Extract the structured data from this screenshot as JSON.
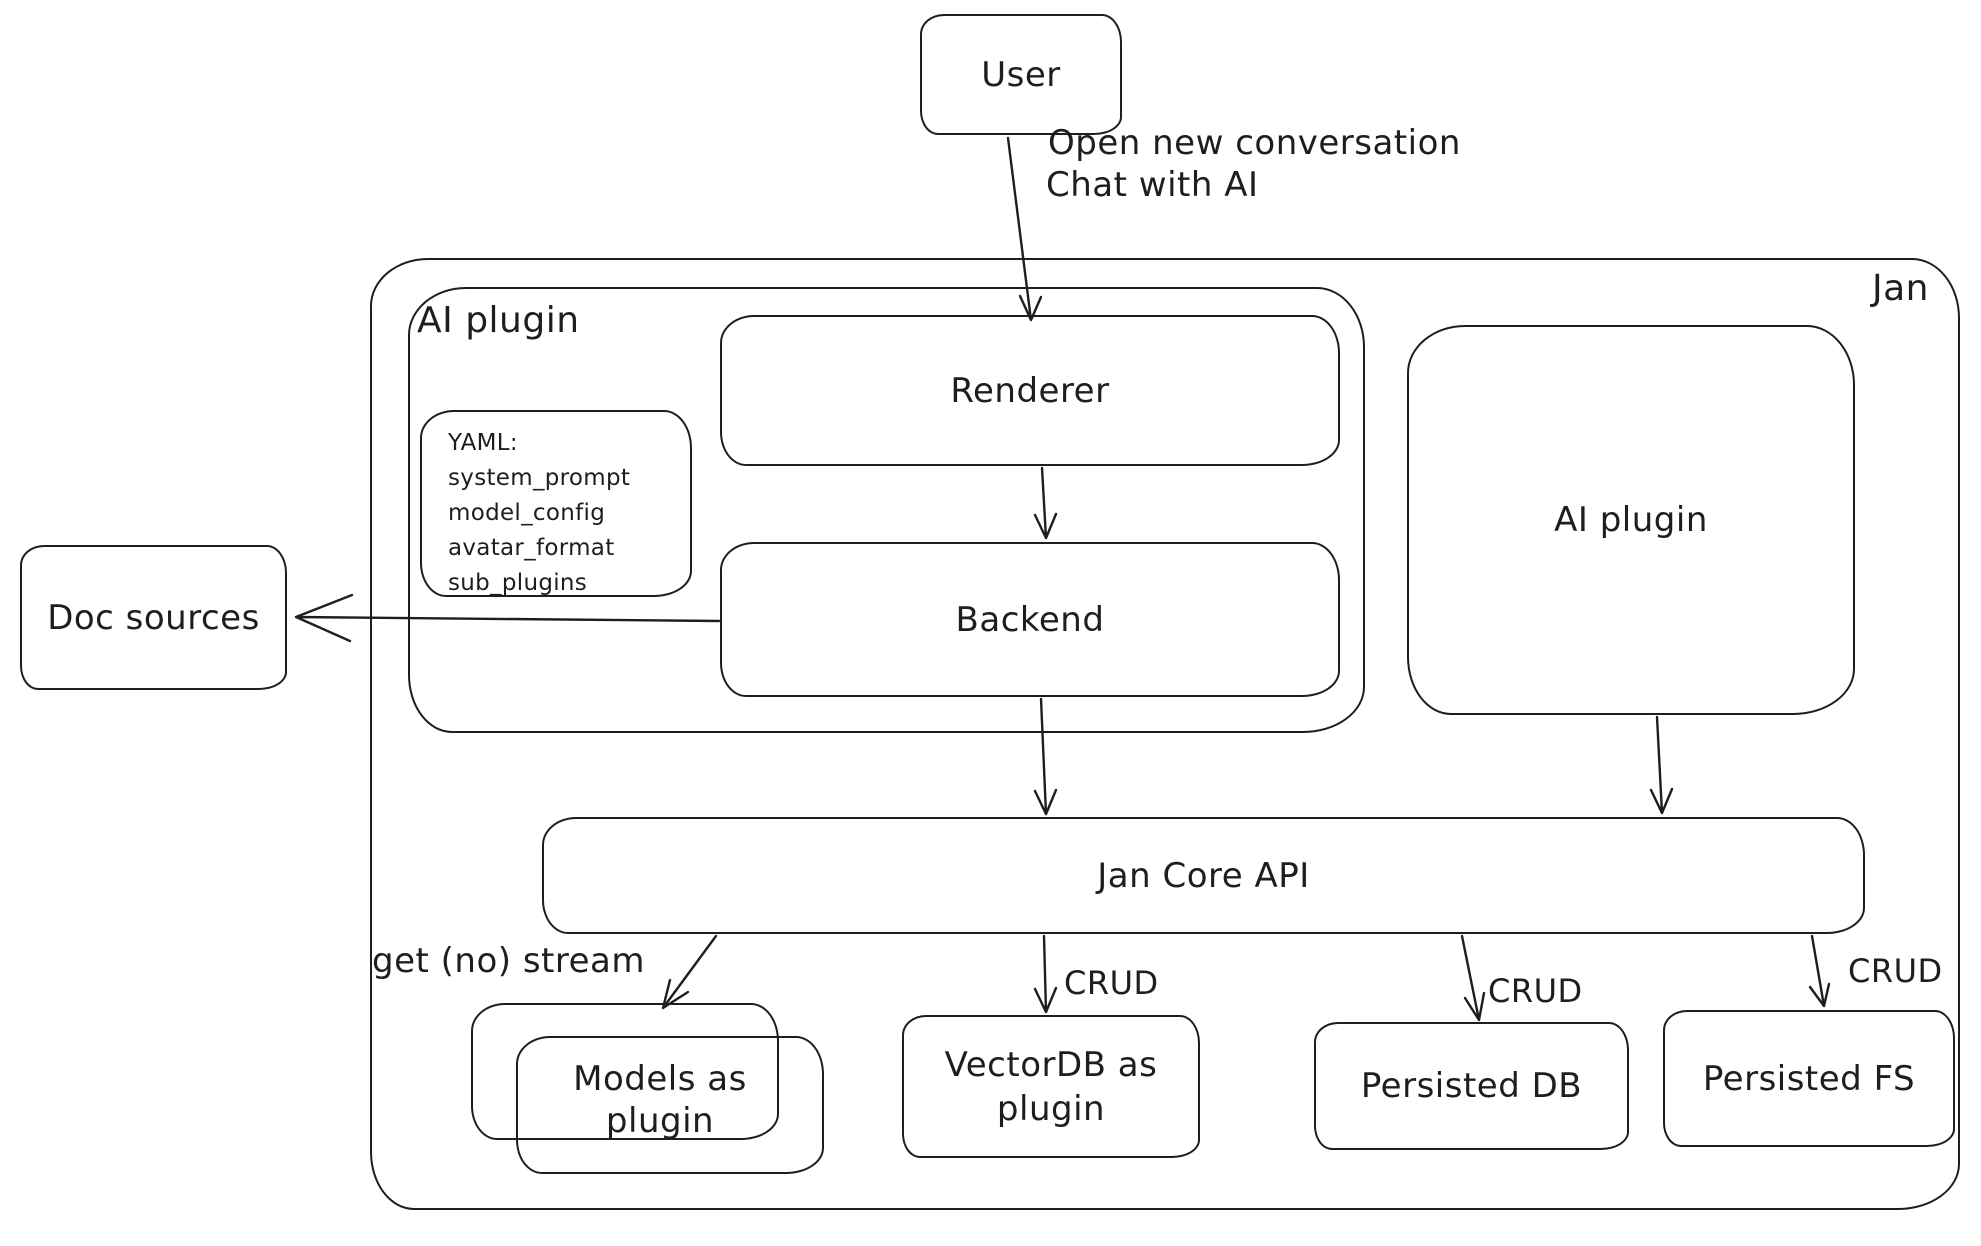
{
  "colors": {
    "stroke": "#1e1e1e",
    "background": "#ffffff"
  },
  "outer": {
    "jan_label": "Jan"
  },
  "nodes": {
    "user": {
      "label": "User"
    },
    "ai_plugin_container": {
      "label": "AI plugin"
    },
    "renderer": {
      "label": "Renderer"
    },
    "backend": {
      "label": "Backend"
    },
    "yaml_note": {
      "title": "YAML:",
      "lines": [
        "system_prompt",
        "model_config",
        "avatar_format",
        "sub_plugins"
      ]
    },
    "ai_plugin_right": {
      "label": "AI plugin"
    },
    "doc_sources": {
      "label": "Doc sources"
    },
    "jan_core_api": {
      "label": "Jan Core API"
    },
    "models_as_plugin": {
      "label": "Models as plugin"
    },
    "vectordb_as_plugin": {
      "label": "VectorDB as plugin"
    },
    "persisted_db": {
      "label": "Persisted DB"
    },
    "persisted_fs": {
      "label": "Persisted FS"
    }
  },
  "edges": {
    "user_to_renderer": {
      "label_line1": "Open new conversation",
      "label_line2": "Chat with AI"
    },
    "jan_core_to_models": {
      "label": "get (no) stream"
    },
    "jan_core_to_vectordb": {
      "label": "CRUD"
    },
    "jan_core_to_persisted_db": {
      "label": "CRUD"
    },
    "jan_core_to_persisted_fs": {
      "label": "CRUD"
    }
  }
}
